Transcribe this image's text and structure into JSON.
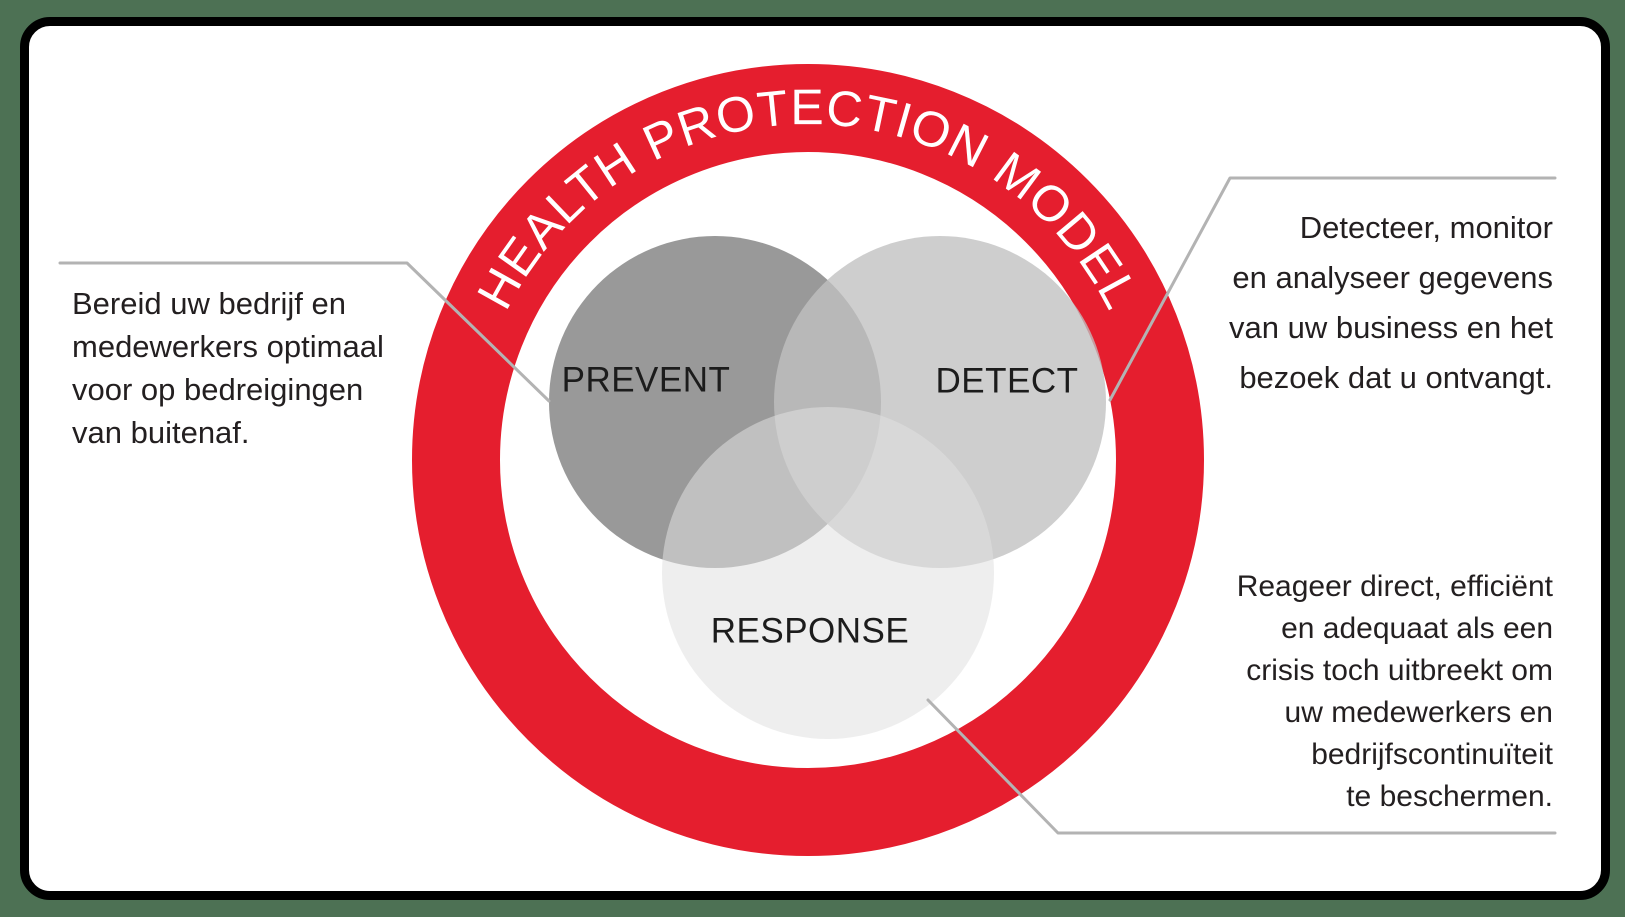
{
  "page": {
    "background_color": "#4d7154",
    "card_background": "#ffffff",
    "card_border_color": "#000000"
  },
  "ring": {
    "title": "HEALTH PROTECTION MODEL",
    "band_color": "#e51e2e",
    "text_color": "#ffffff"
  },
  "venn": {
    "label_color": "#1c1c1c",
    "circles": [
      {
        "id": "prevent",
        "label": "PREVENT",
        "color": "#999999"
      },
      {
        "id": "detect",
        "label": "DETECT",
        "color": "#c0c0c0"
      },
      {
        "id": "response",
        "label": "RESPONSE",
        "color": "#e0e0e0"
      }
    ]
  },
  "callouts": {
    "line_color": "#b3b3b3",
    "text_color": "#231f20",
    "left": {
      "lines": [
        "Bereid uw bedrijf en",
        "medewerkers optimaal",
        "voor op bedreigingen",
        "van buitenaf."
      ]
    },
    "top_right": {
      "lines": [
        "Detecteer, monitor",
        "en analyseer gegevens",
        "van uw business en het",
        "bezoek dat u ontvangt."
      ]
    },
    "bottom_right": {
      "lines": [
        "Reageer direct, efficiënt",
        "en adequaat als een",
        "crisis toch uitbreekt om",
        "uw medewerkers en",
        "bedrijfscontinuïteit",
        "te beschermen."
      ]
    }
  }
}
